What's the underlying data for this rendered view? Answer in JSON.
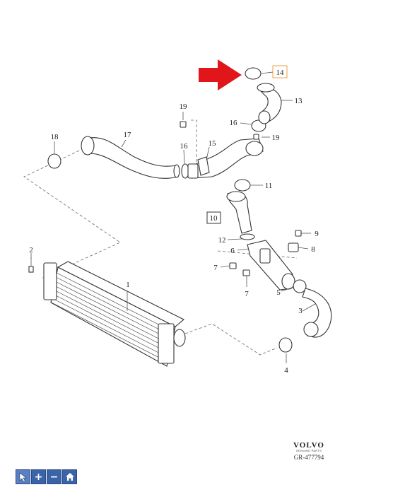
{
  "callouts": [
    {
      "id": "1",
      "label": "1"
    },
    {
      "id": "2",
      "label": "2"
    },
    {
      "id": "3",
      "label": "3"
    },
    {
      "id": "4",
      "label": "4"
    },
    {
      "id": "5",
      "label": "5"
    },
    {
      "id": "6",
      "label": "6"
    },
    {
      "id": "7a",
      "label": "7"
    },
    {
      "id": "7b",
      "label": "7"
    },
    {
      "id": "8",
      "label": "8"
    },
    {
      "id": "9",
      "label": "9"
    },
    {
      "id": "10",
      "label": "10"
    },
    {
      "id": "11",
      "label": "11"
    },
    {
      "id": "12",
      "label": "12"
    },
    {
      "id": "13",
      "label": "13"
    },
    {
      "id": "14",
      "label": "14"
    },
    {
      "id": "15",
      "label": "15"
    },
    {
      "id": "16a",
      "label": "16"
    },
    {
      "id": "16b",
      "label": "16"
    },
    {
      "id": "17",
      "label": "17"
    },
    {
      "id": "18",
      "label": "18"
    },
    {
      "id": "19a",
      "label": "19"
    },
    {
      "id": "19b",
      "label": "19"
    }
  ],
  "colors": {
    "highlight_arrow": "#e0161b",
    "highlight_box": "#e8a04a",
    "toolbar_button": "#3a63a8"
  },
  "brand": {
    "logo_text": "VOLVO",
    "logo_subtext": "GENUINE PARTS",
    "reference": "GR-477794"
  },
  "toolbar": {
    "buttons": [
      {
        "name": "pointer-tool-button",
        "icon": "cursor-icon",
        "glyph": "",
        "active": true
      },
      {
        "name": "zoom-in-button",
        "icon": "plus-icon",
        "glyph": "+",
        "active": false
      },
      {
        "name": "zoom-out-button",
        "icon": "minus-icon",
        "glyph": "−",
        "active": false
      },
      {
        "name": "home-button",
        "icon": "home-icon",
        "glyph": "",
        "active": false
      }
    ]
  }
}
